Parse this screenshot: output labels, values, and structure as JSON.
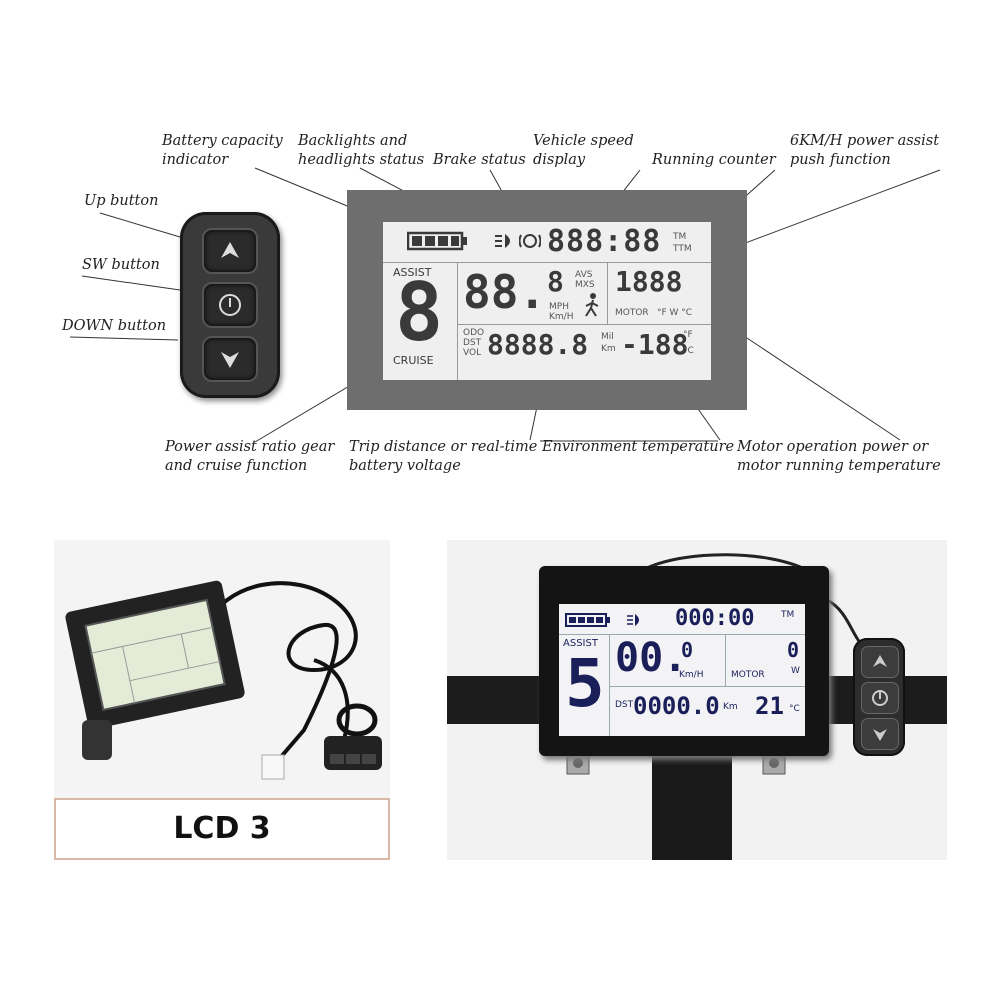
{
  "diagram": {
    "labels": {
      "battery": [
        "Battery capacity",
        "indicator"
      ],
      "backlight": [
        "Backlights and",
        "headlights status"
      ],
      "brake": "Brake status",
      "speed": [
        "Vehicle speed",
        "display"
      ],
      "running": "Running counter",
      "push": [
        "6KM/H power assist",
        "push function"
      ],
      "up": "Up button",
      "sw": "SW button",
      "down": "DOWN button",
      "assist": [
        "Power assist ratio gear",
        "and cruise function"
      ],
      "trip": [
        "Trip distance or real-time",
        "battery voltage"
      ],
      "env": "Environment temperature",
      "motor": [
        "Motor operation power or",
        "motor running temperature"
      ]
    },
    "lcd": {
      "time": "888:88",
      "tm": "TM",
      "ttm": "TTM",
      "assist_label": "ASSIST",
      "assist_digit": "8",
      "cruise": "CRUISE",
      "speed": "88.",
      "speed_small": "8",
      "avs": "AVS",
      "mxs": "MXS",
      "mph": "MPH",
      "kmh": "Km/H",
      "power": "1888",
      "motor_label": "MOTOR",
      "motor_units": "°F W °C",
      "odo": "ODO",
      "dst": "DST",
      "vol": "VOL",
      "trip": "8888.8",
      "mil": "Mil",
      "km": "Km",
      "temp": "-188",
      "f": "°F",
      "c": "°C"
    }
  },
  "product_photo": {
    "caption": "LCD 3"
  },
  "mounted_display": {
    "time": "000:00",
    "tm": "TM",
    "assist_label": "ASSIST",
    "assist_digit": "5",
    "speed": "00.",
    "speed_small": "0",
    "kmh": "Km/H",
    "motor_label": "MOTOR",
    "motor_value": "0",
    "w": "W",
    "dst": "DST",
    "trip": "0000.0",
    "km": "Km",
    "temp": "21",
    "c": "°C"
  },
  "colors": {
    "bezel": "#6e6e6e",
    "lcd_screen": "#efefef",
    "segment": "#3a3a3a",
    "mounted_segment": "#1a1f5a",
    "button_body": "#2b2b2b"
  },
  "icons": [
    "battery-icon",
    "headlight-icon",
    "brake-icon",
    "walk-assist-icon",
    "up-arrow-icon",
    "power-icon",
    "down-arrow-icon"
  ]
}
